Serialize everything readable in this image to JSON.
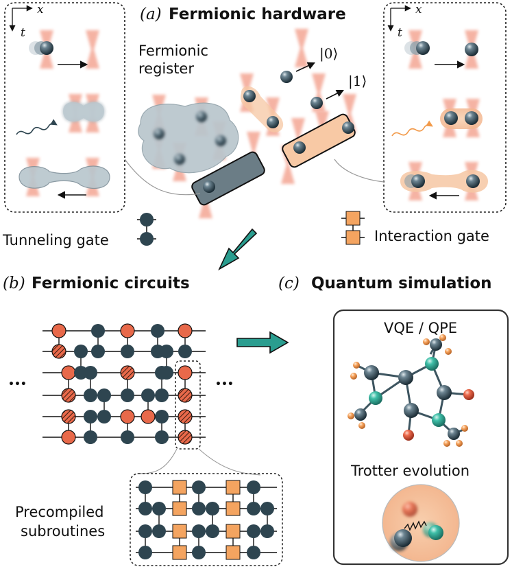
{
  "panel_a": {
    "tag": "(a)",
    "title": "Fermionic hardware",
    "register_label_line1": "Fermionic",
    "register_label_line2": "register",
    "ket0": "|0⟩",
    "ket1": "|1⟩",
    "axis_x": "x",
    "axis_t": "t",
    "tunneling_gate_label": "Tunneling gate",
    "interaction_gate_label": "Interaction gate"
  },
  "panel_b": {
    "tag": "(b)",
    "title": "Fermionic circuits",
    "ellipsis": "•••",
    "subroutines_line1": "Precompiled",
    "subroutines_line2": "subroutines"
  },
  "panel_c": {
    "tag": "(c)",
    "title": "Quantum simulation",
    "vqe_label": "VQE / QPE",
    "trotter_label": "Trotter evolution"
  },
  "colors": {
    "dark_atom": "#2e4550",
    "orange_gate": "#f4a460",
    "red_node": "#e8694a",
    "teal_arrow": "#2a9d8f",
    "laser": "#f29a85"
  }
}
